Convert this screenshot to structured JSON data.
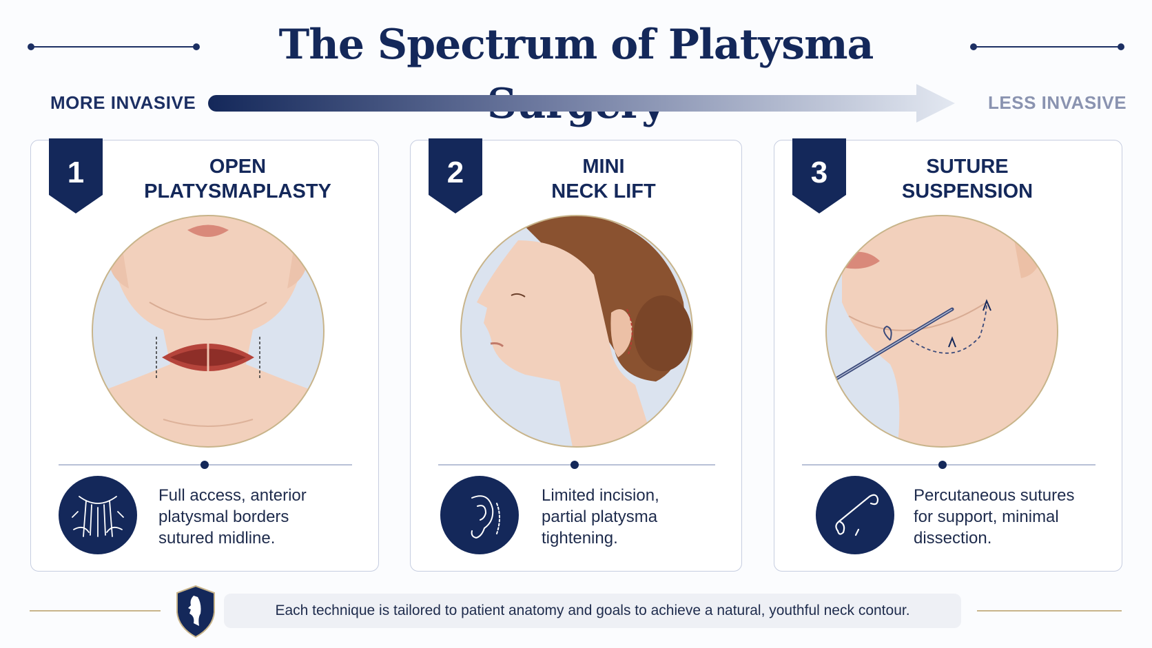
{
  "title": "The Spectrum of Platysma Surgery",
  "spectrum": {
    "left_label": "MORE INVASIVE",
    "right_label": "LESS INVASIVE",
    "colors": {
      "start": "#14285a",
      "end": "#dde3ef"
    }
  },
  "cards": [
    {
      "number": "1",
      "title_lines": [
        "OPEN",
        "PLATYSMAPLASTY"
      ],
      "description_lines": [
        "Full access, anterior",
        "platysmal borders",
        "sutured midline."
      ],
      "icon": "platysma-muscle-icon",
      "illustration": "front-neck-open-incision"
    },
    {
      "number": "2",
      "title_lines": [
        "MINI",
        "NECK LIFT"
      ],
      "description_lines": [
        "Limited incision,",
        "partial platysma",
        "tightening."
      ],
      "icon": "ear-incision-icon",
      "illustration": "profile-ear-incision"
    },
    {
      "number": "3",
      "title_lines": [
        "SUTURE",
        "SUSPENSION"
      ],
      "description_lines": [
        "Percutaneous sutures",
        "for support, minimal",
        "dissection."
      ],
      "icon": "suture-needle-icon",
      "illustration": "neck-suture-needle"
    }
  ],
  "footer": {
    "text": "Each technique is tailored to patient anatomy and goals to achieve a natural, youthful neck contour.",
    "icon": "shield-profile-icon"
  },
  "colors": {
    "navy": "#14285a",
    "skin": "#f4d2bf",
    "hair": "#8a5230",
    "gold": "#c8b48a",
    "incision": "#b83a33"
  }
}
